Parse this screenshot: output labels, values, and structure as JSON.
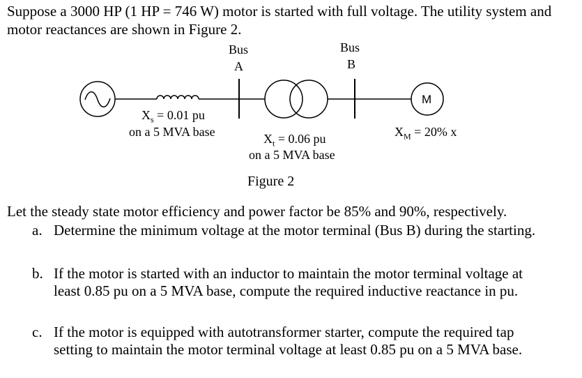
{
  "intro": "Suppose a 3000 HP (1 HP = 746 W) motor is started with full voltage. The utility system and motor reactances are shown in Figure 2.",
  "figure": {
    "bus_a": {
      "label": "Bus",
      "id": "A"
    },
    "bus_b": {
      "label": "Bus",
      "id": "B"
    },
    "xs": {
      "symbol": "X",
      "sub": "s",
      "value": " = 0.01 pu",
      "base": "on a 5 MVA base"
    },
    "xt": {
      "symbol": "X",
      "sub": "t",
      "value": " = 0.06 pu",
      "base": "on a 5 MVA base"
    },
    "xm": {
      "symbol": "X",
      "sub": "M",
      "value": " = 20% x"
    },
    "motor_letter": "M",
    "caption": "Figure 2"
  },
  "question": "Let the steady state motor efficiency and power factor be 85% and 90%, respectively.",
  "items": [
    {
      "marker": "a.",
      "text": "Determine the minimum voltage at the motor terminal (Bus B) during the starting."
    },
    {
      "marker": "b.",
      "text": "If the motor is started with an inductor to maintain the motor terminal voltage at least 0.85 pu on a 5 MVA base, compute the required inductive reactance in pu."
    },
    {
      "marker": "c.",
      "text": "If the motor is equipped with autotransformer starter, compute the required tap setting to maintain the motor terminal voltage at least 0.85 pu on a 5 MVA base."
    }
  ]
}
